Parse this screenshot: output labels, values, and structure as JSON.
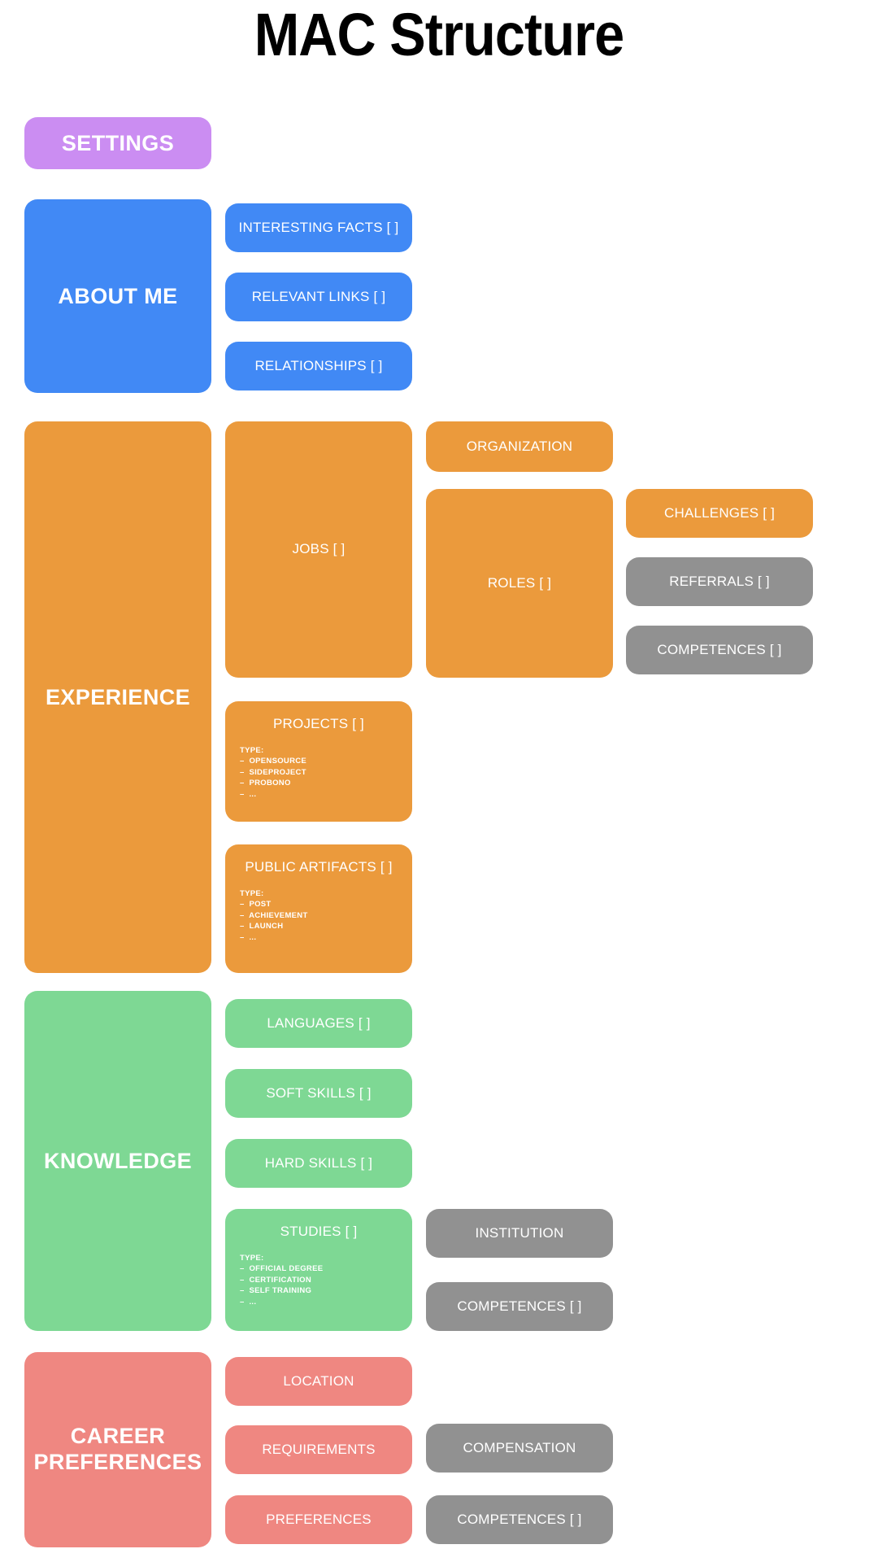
{
  "title": "MAC Structure",
  "palette": {
    "purple": "#cb8df2",
    "blue": "#4189f5",
    "orange": "#eb9a3c",
    "green": "#7ed894",
    "salmon": "#ef8781",
    "gray": "#919191",
    "background": "#ffffff",
    "text_on_card": "#ffffff",
    "title_color": "#000000"
  },
  "sections": {
    "settings": {
      "label": "SETTINGS"
    },
    "about_me": {
      "label": "ABOUT ME",
      "children": [
        {
          "label": "INTERESTING FACTS [ ]"
        },
        {
          "label": "RELEVANT LINKS [ ]"
        },
        {
          "label": "RELATIONSHIPS [ ]"
        }
      ]
    },
    "experience": {
      "label": "EXPERIENCE",
      "children": [
        {
          "label": "JOBS [ ]"
        },
        {
          "label": "PROJECTS [ ]"
        },
        {
          "label": "PUBLIC ARTIFACTS [ ]"
        }
      ],
      "organization": {
        "label": "ORGANIZATION"
      },
      "roles": {
        "label": "ROLES [ ]"
      },
      "role_children": [
        {
          "label": "CHALLENGES [ ]"
        },
        {
          "label": "REFERRALS [ ]"
        },
        {
          "label": "COMPETENCES [ ]"
        }
      ],
      "projects_type": {
        "label": "TYPE:",
        "items": [
          "–  OPENSOURCE",
          "–  SIDEPROJECT",
          "–  PROBONO",
          "–  ..."
        ]
      },
      "public_artifacts_type": {
        "label": "TYPE:",
        "items": [
          "–  POST",
          "–  ACHIEVEMENT",
          "–  LAUNCH",
          "–  ..."
        ]
      }
    },
    "knowledge": {
      "label": "KNOWLEDGE",
      "children": [
        {
          "label": "LANGUAGES [ ]"
        },
        {
          "label": "SOFT SKILLS [ ]"
        },
        {
          "label": "HARD SKILLS [ ]"
        },
        {
          "label": "STUDIES [ ]"
        }
      ],
      "studies_type": {
        "label": "TYPE:",
        "items": [
          "–  OFFICIAL DEGREE",
          "–  CERTIFICATION",
          "–  SELF TRAINING",
          "–  ..."
        ]
      },
      "studies_children": [
        {
          "label": "INSTITUTION"
        },
        {
          "label": "COMPETENCES [ ]"
        }
      ]
    },
    "career_preferences": {
      "label_line1": "CAREER",
      "label_line2": "PREFERENCES",
      "children": [
        {
          "label": "LOCATION"
        },
        {
          "label": "REQUIREMENTS"
        },
        {
          "label": "PREFERENCES"
        }
      ],
      "detail_children": [
        {
          "label": "COMPENSATION"
        },
        {
          "label": "COMPETENCES [ ]"
        }
      ]
    }
  }
}
